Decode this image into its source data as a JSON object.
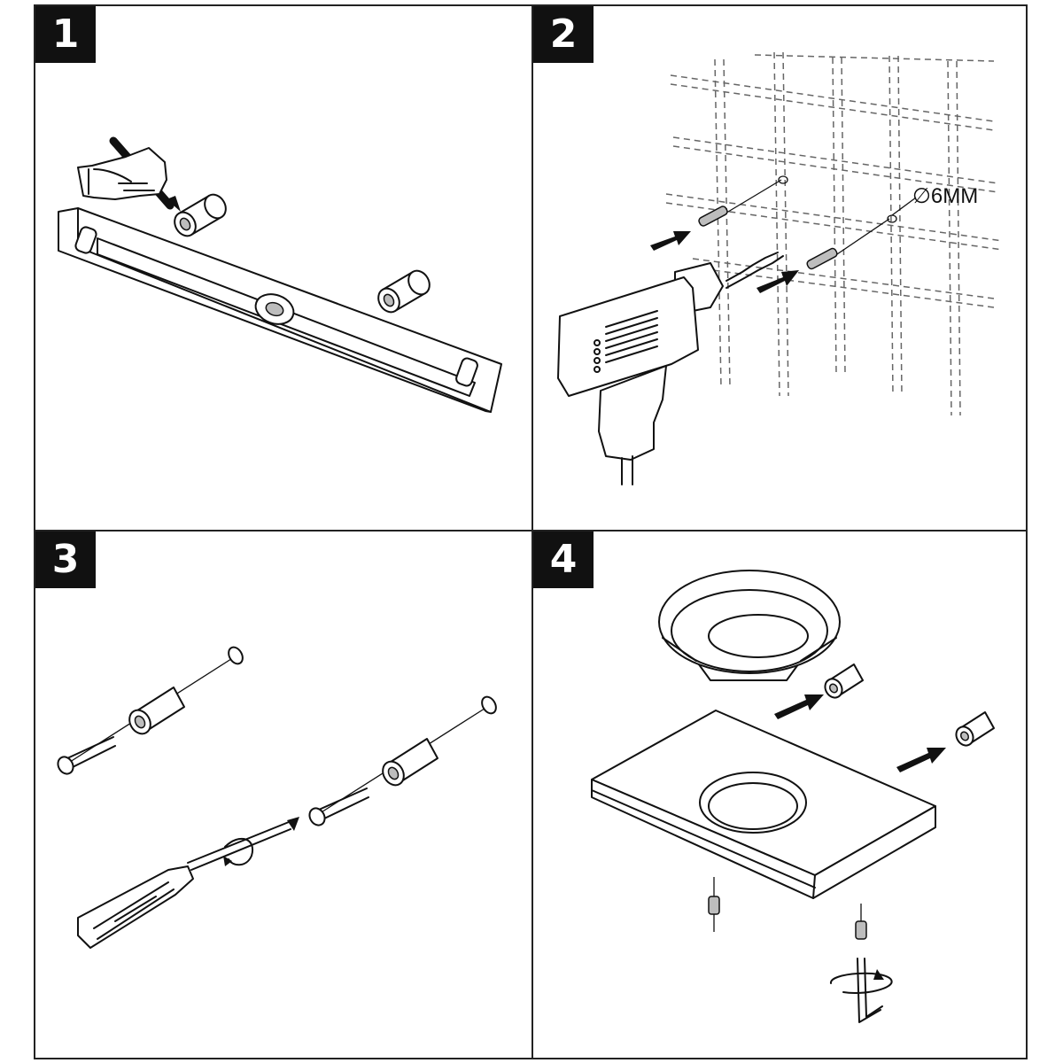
{
  "steps": [
    {
      "number": "1"
    },
    {
      "number": "2",
      "label": "∅6MM"
    },
    {
      "number": "3"
    },
    {
      "number": "4"
    }
  ]
}
